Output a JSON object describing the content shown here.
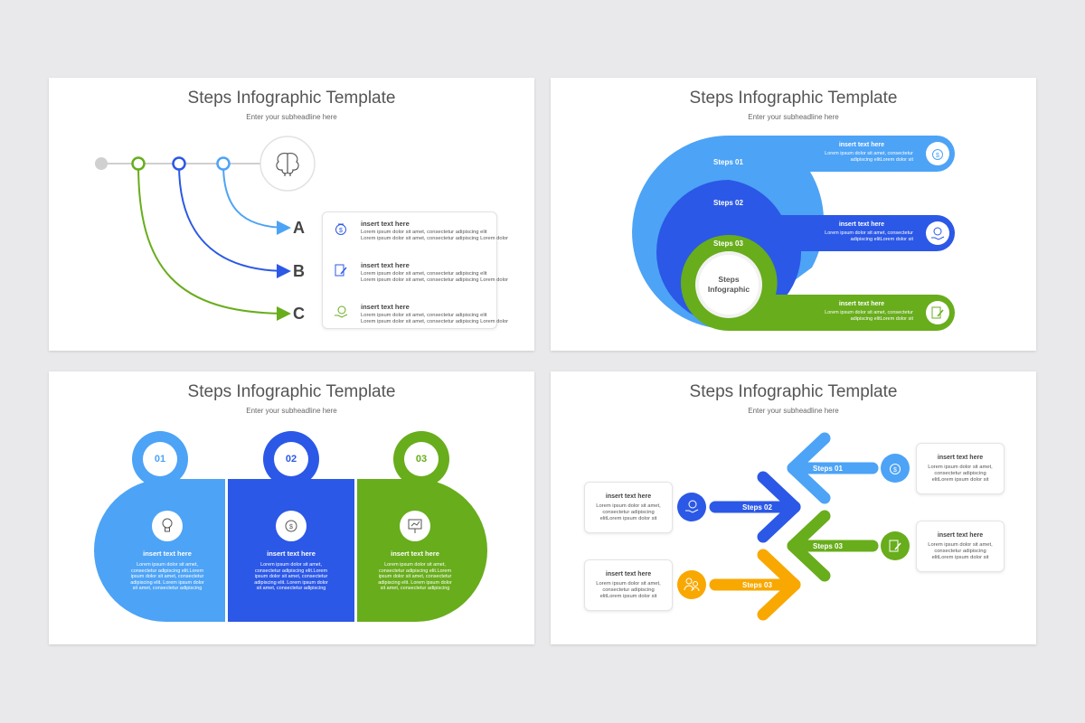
{
  "colors": {
    "gray": "#c8c8c8",
    "green": "#68ad1c",
    "blue": "#2b58e6",
    "light_blue": "#4da3f6",
    "orange": "#f8a800"
  },
  "slides": [
    {
      "title": "Steps Infographic Template",
      "subtitle": "Enter your subheadline here",
      "center_icon": "brain-icon",
      "labels": [
        "A",
        "B",
        "C"
      ],
      "items": [
        {
          "icon": "money-bag-icon",
          "title": "insert text here",
          "text1": "Lorem ipsum dolor sit amet, consectetur adipiscing elit",
          "text2": "Lorem ipsum dolor sit amet, consectetur adipiscing Lorem dolor"
        },
        {
          "icon": "edit-document-icon",
          "title": "insert text here",
          "text1": "Lorem ipsum dolor sit amet, consectetur adipiscing elit",
          "text2": "Lorem ipsum dolor sit amet, consectetur adipiscing Lorem dolor"
        },
        {
          "icon": "hand-money-icon",
          "title": "insert text here",
          "text1": "Lorem ipsum dolor sit amet, consectetur adipiscing elit",
          "text2": "Lorem ipsum dolor sit amet, consectetur adipiscing Lorem dolor"
        }
      ]
    },
    {
      "title": "Steps Infographic Template",
      "subtitle": "Enter your subheadline here",
      "center": "Steps Infographic",
      "steps": [
        "Steps 01",
        "Steps 02",
        "Steps 03"
      ],
      "bars": [
        {
          "icon": "money-bag-icon",
          "title": "insert text here",
          "text1": "Lorem ipsum dolor sit amet, consectetur",
          "text2": "adipiscing elitLorem dolor sit"
        },
        {
          "icon": "hand-money-icon",
          "title": "insert text here",
          "text1": "Lorem ipsum dolor sit amet, consectetur",
          "text2": "adipiscing elitLorem dolor sit"
        },
        {
          "icon": "edit-document-icon",
          "title": "insert text here",
          "text1": "Lorem ipsum dolor sit amet, consectetur",
          "text2": "adipiscing elitLorem dolor sit"
        }
      ]
    },
    {
      "title": "Steps Infographic Template",
      "subtitle": "Enter your subheadline here",
      "columns": [
        {
          "number": "01",
          "icon": "lightbulb-icon",
          "title": "insert text here",
          "lines": [
            "Lorem ipsum dolor sit amet,",
            "consectetur adipiscing elit.Lorem",
            "ipsum dolor sit amet, consectetur",
            "adipiscing elit. Lorem ipsum dolor",
            "sit amet, consectetur adipiscing"
          ]
        },
        {
          "number": "02",
          "icon": "money-bag-icon",
          "title": "insert text here",
          "lines": [
            "Lorem ipsum dolor sit amet,",
            "consectetur adipiscing elit.Lorem",
            "ipsum dolor sit amet, consectetur",
            "adipiscing elit. Lorem ipsum dolor",
            "sit amet, consectetur adipiscing"
          ]
        },
        {
          "number": "03",
          "icon": "presentation-icon",
          "title": "insert text here",
          "lines": [
            "Lorem ipsum dolor sit amet,",
            "consectetur adipiscing elit.Lorem",
            "ipsum dolor sit amet, consectetur",
            "adipiscing elit. Lorem ipsum dolor",
            "sit amet, consectetur adipiscing"
          ]
        }
      ]
    },
    {
      "title": "Steps Infographic Template",
      "subtitle": "Enter your subheadline here",
      "arrows": [
        {
          "label": "Steps 01",
          "icon": "money-bag-icon"
        },
        {
          "label": "Steps 02",
          "icon": "hand-money-icon"
        },
        {
          "label": "Steps 03",
          "icon": "edit-document-icon"
        },
        {
          "label": "Steps 03",
          "icon": "team-icon"
        }
      ],
      "boxes": [
        {
          "title": "insert text here",
          "lines": [
            "Lorem ipsum dolor sit amet,",
            "consectetur adipiscing",
            "elitLorem ipsum dolor sit"
          ]
        },
        {
          "title": "insert text here",
          "lines": [
            "Lorem ipsum dolor sit amet,",
            "consectetur adipiscing",
            "elitLorem ipsum dolor sit"
          ]
        },
        {
          "title": "insert text here",
          "lines": [
            "Lorem ipsum dolor sit amet,",
            "consectetur adipiscing",
            "elitLorem ipsum dolor sit"
          ]
        },
        {
          "title": "insert text here",
          "lines": [
            "Lorem ipsum dolor sit amet,",
            "consectetur adipiscing",
            "elitLorem ipsum dolor sit"
          ]
        }
      ]
    }
  ]
}
